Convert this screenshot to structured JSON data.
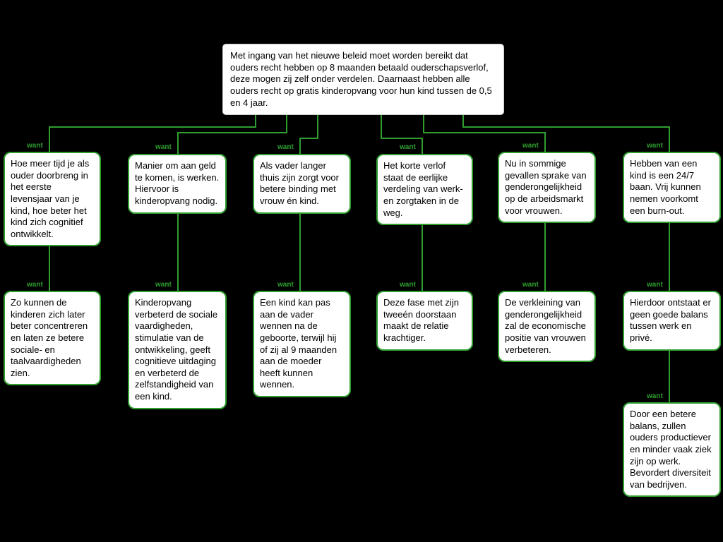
{
  "connector_label": "want",
  "colors": {
    "background": "#000000",
    "box_fill": "#ffffff",
    "box_border": "#2f9e2f",
    "connector_line": "#2f9e2f",
    "connector_label": "#2f9e2f",
    "text": "#000000"
  },
  "main_claim": "Met ingang van het nieuwe beleid moet worden bereikt dat ouders recht hebben op 8 maanden betaald ouderschapsverlof, deze mogen zij zelf onder verdelen. Daarnaast hebben alle ouders recht op gratis kinderopvang voor hun kind tussen de 0,5 en 4 jaar.",
  "reasons": [
    {
      "level1": "Hoe meer tijd je als ouder doorbreng in het eerste levensjaar van je kind, hoe beter het kind zich cognitief ontwikkelt.",
      "level2": "Zo kunnen de kinderen zich later beter concentreren en laten ze betere sociale- en taalvaardigheden zien."
    },
    {
      "level1": "Manier om aan geld te komen, is werken. Hiervoor is kinderopvang nodig.",
      "level2": "Kinderopvang verbeterd de sociale vaardigheden, stimulatie van de ontwikkeling, geeft cognitieve uitdaging en verbeterd de zelfstandigheid van een kind."
    },
    {
      "level1": "Als vader langer thuis zijn zorgt voor betere binding met vrouw én kind.",
      "level2": "Een kind kan pas aan de vader wennen na de geboorte, terwijl hij of zij al 9 maanden aan de moeder heeft kunnen wennen."
    },
    {
      "level1": "Het korte verlof staat de eerlijke verdeling van werk- en zorgtaken in de weg.",
      "level2": "Deze fase met zijn tweeén doorstaan maakt de relatie krachtiger."
    },
    {
      "level1": "Nu in sommige gevallen sprake van genderongelijkheid op de arbeidsmarkt voor vrouwen.",
      "level2": "De verkleining van genderongelijkheid zal de economische positie van vrouwen verbeteren."
    },
    {
      "level1": "Hebben van een kind is een 24/7 baan. Vrij kunnen nemen voorkomt een burn-out.",
      "level2": "Hierdoor ontstaat er geen goede balans tussen werk en privé.",
      "level3": "Door een betere balans, zullen ouders productiever en minder vaak ziek zijn op werk. Bevordert diversiteit van bedrijven."
    }
  ]
}
